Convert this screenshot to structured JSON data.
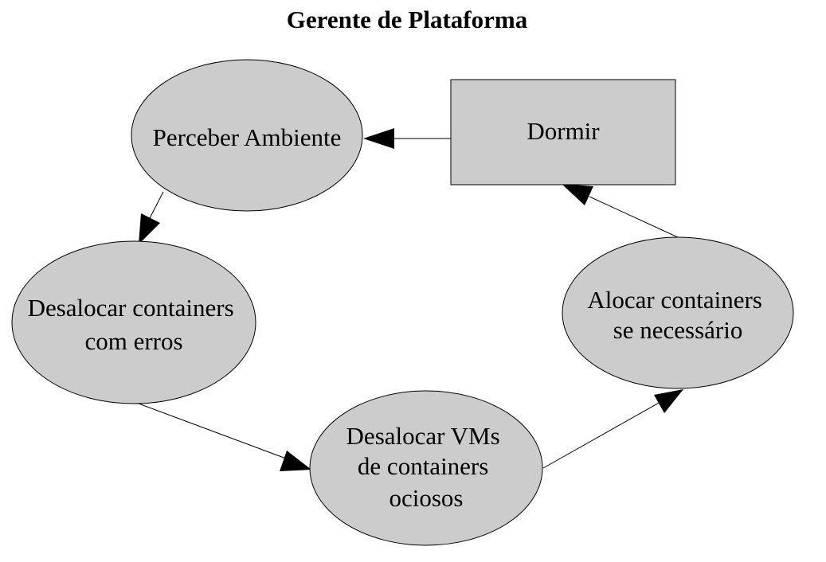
{
  "title": "Gerente de Plataforma",
  "nodes": {
    "perceber": {
      "lines": [
        "Perceber Ambiente"
      ]
    },
    "dormir": {
      "lines": [
        "Dormir"
      ]
    },
    "desalocar_containers": {
      "lines": [
        "Desalocar containers",
        "com erros"
      ]
    },
    "desalocar_vms": {
      "lines": [
        "Desalocar VMs",
        "de containers",
        "ociosos"
      ]
    },
    "alocar": {
      "lines": [
        "Alocar containers",
        "se necessário"
      ]
    }
  },
  "colors": {
    "node_fill": "#cccccc",
    "stroke": "#000000",
    "background": "#ffffff"
  }
}
